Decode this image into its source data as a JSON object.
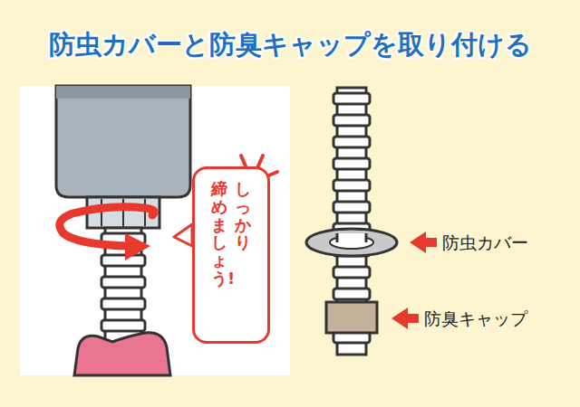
{
  "diagram": {
    "title": "防虫カバーと防臭キャップを取り付ける",
    "nodes": [
      {
        "text": [
          "しっかり",
          "締めましょう!"
        ]
      }
    ],
    "labels": [
      "防虫カバー",
      "防臭キャップ"
    ]
  }
}
